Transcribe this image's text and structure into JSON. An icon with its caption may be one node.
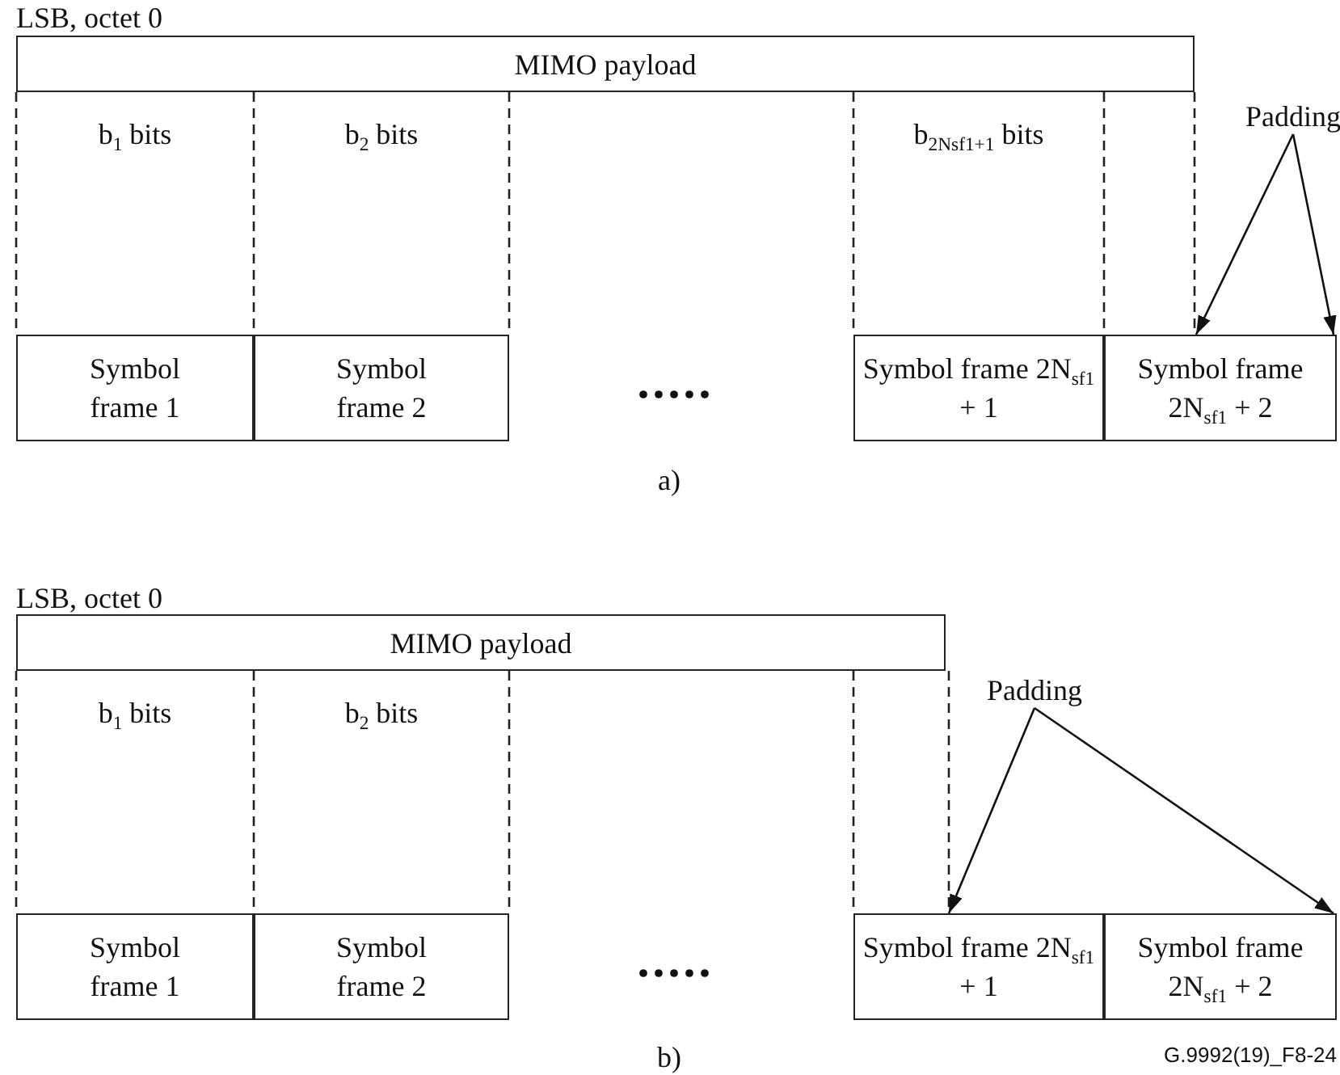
{
  "diagram": {
    "nodes": [
      {
        "text": [
          "MIMO payload"
        ]
      },
      {
        "text": [
          "Symbol frame 1"
        ]
      },
      {
        "text": [
          "Symbol frame 2"
        ]
      },
      {
        "text": [
          "Symbol frame 2N$_{sf1}$ + 1"
        ]
      },
      {
        "text": [
          "Symbol frame 2N$_{sf1}$ + 2"
        ]
      },
      {
        "text": [
          "Padding"
        ]
      },
      {
        "text": [
          "MIMO payload"
        ]
      },
      {
        "text": [
          "Symbol frame 1"
        ]
      },
      {
        "text": [
          "Symbol frame 2"
        ]
      },
      {
        "text": [
          "Symbol frame 2N$_{sf1}$ + 1"
        ]
      },
      {
        "text": [
          "Symbol frame 2N$_{sf1}$ + 2"
        ]
      },
      {
        "text": [
          "Padding"
        ]
      }
    ],
    "edges": [
      {
        "from": 5,
        "to": 4,
        "arrow": "to"
      },
      {
        "from": 5,
        "to": 4,
        "arrow": "to"
      },
      {
        "from": 11,
        "to": 9,
        "arrow": "to"
      },
      {
        "from": 11,
        "to": 10,
        "arrow": "to"
      }
    ],
    "labels": [
      "LSB, octet 0",
      "b$_{1}$ bits",
      "b$_{2}$ bits",
      "b$_{2Nsf1+1}$ bits",
      ".....",
      "a)",
      "LSB, octet 0",
      "b$_{1}$ bits",
      "b$_{2}$ bits",
      ".....",
      "b)",
      "G.9992(19)_F8-24"
    ]
  }
}
